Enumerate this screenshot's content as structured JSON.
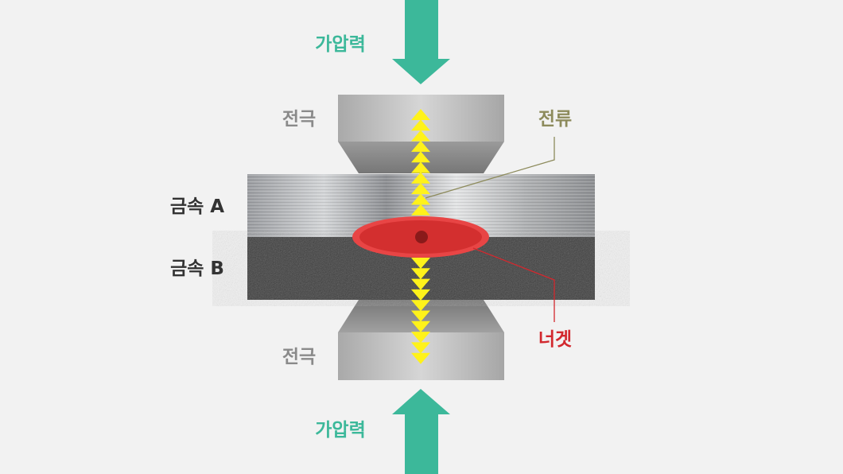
{
  "labels": {
    "pressure_top": "가압력",
    "pressure_bottom": "가압력",
    "electrode_top": "전극",
    "electrode_bottom": "전극",
    "metal_a": "금속 A",
    "metal_b": "금속 B",
    "current": "전류",
    "nugget": "너겟"
  },
  "colors": {
    "pressure": "#3cb89a",
    "electrode_label": "#8a8a8a",
    "metal_label": "#333333",
    "current_label": "#8d8b5c",
    "nugget_label": "#d2282e",
    "current_arrows": "#fff21a",
    "nugget": "#d32f2f"
  }
}
